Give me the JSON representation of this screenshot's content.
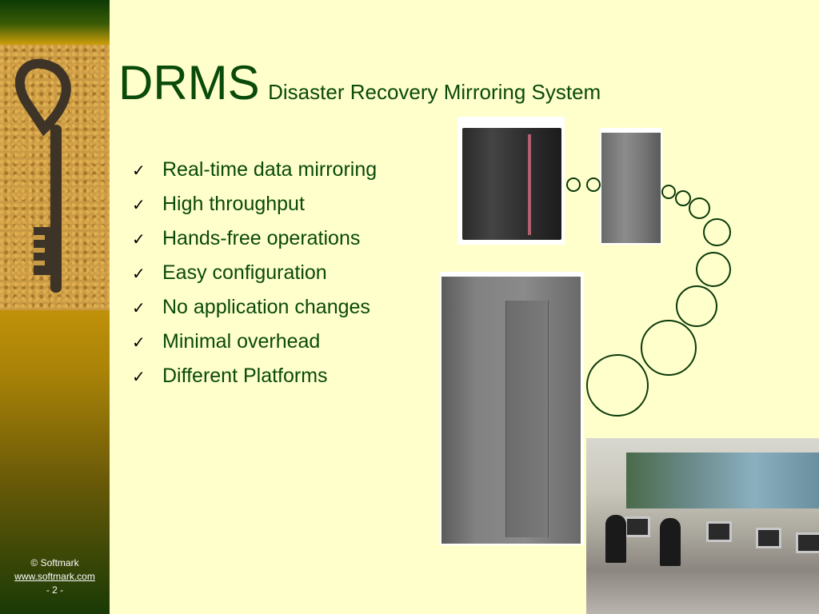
{
  "slide": {
    "title": "DRMS",
    "subtitle": "Disaster Recovery Mirroring System",
    "bullet_marker": "✓",
    "bullets": [
      "Real-time data mirroring",
      "High throughput",
      "Hands-free operations",
      "Easy configuration",
      "No application changes",
      "Minimal overhead",
      "Different Platforms"
    ]
  },
  "footer": {
    "copyright": "© Softmark",
    "link": "www.softmark.com",
    "page": "- 2 -"
  },
  "colors": {
    "background": "#ffffcc",
    "title": "#0a4a0a",
    "bubble_outline": "#0a3a0a"
  }
}
